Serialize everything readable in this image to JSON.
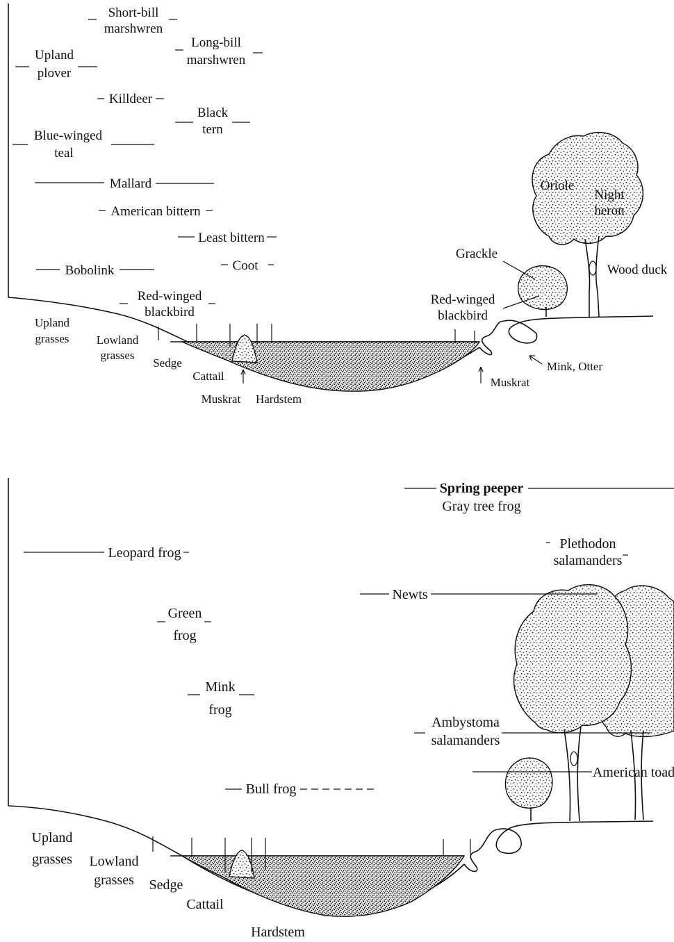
{
  "top_panel": {
    "birds": {
      "short_bill_1": "Short-bill",
      "short_bill_2": "marshwren",
      "long_bill_1": "Long-bill",
      "long_bill_2": "marshwren",
      "upland_plover_1": "Upland",
      "upland_plover_2": "plover",
      "killdeer": "Killdeer",
      "black_tern_1": "Black",
      "black_tern_2": "tern",
      "bw_teal_1": "Blue-winged",
      "bw_teal_2": "teal",
      "mallard": "Mallard",
      "american_bittern": "American bittern",
      "least_bittern": "Least bittern",
      "bobolink": "Bobolink",
      "coot": "Coot",
      "rw_blackbird_1": "Red-winged",
      "rw_blackbird_2": "blackbird",
      "oriole": "Oriole",
      "night_heron_1": "Night",
      "night_heron_2": "heron",
      "grackle": "Grackle",
      "wood_duck": "Wood duck",
      "rw_blackbird_right_1": "Red-winged",
      "rw_blackbird_right_2": "blackbird"
    },
    "mammals": {
      "mink_otter": "Mink, Otter",
      "muskrat_right": "Muskrat",
      "muskrat_left": "Muskrat"
    },
    "zones": {
      "upland_1": "Upland",
      "upland_2": "grasses",
      "lowland_1": "Lowland",
      "lowland_2": "grasses",
      "sedge": "Sedge",
      "cattail": "Cattail",
      "hardstem": "Hardstem"
    }
  },
  "bottom_panel": {
    "amphibians": {
      "spring_peeper": "Spring peeper",
      "gray_tree_frog": "Gray tree frog",
      "leopard_frog": "Leopard frog",
      "plethodon_1": "Plethodon",
      "plethodon_2": "salamanders",
      "newts": "Newts",
      "green_frog_1": "Green",
      "green_frog_2": "frog",
      "mink_frog_1": "Mink",
      "mink_frog_2": "frog",
      "ambystoma_1": "Ambystoma",
      "ambystoma_2": "salamanders",
      "american_toad": "American toad",
      "bull_frog": "Bull frog"
    },
    "zones": {
      "upland_1": "Upland",
      "upland_2": "grasses",
      "lowland_1": "Lowland",
      "lowland_2": "grasses",
      "sedge": "Sedge",
      "cattail": "Cattail",
      "hardstem": "Hardstem"
    }
  },
  "colors": {
    "ink": "#111111",
    "paper": "#ffffff"
  }
}
